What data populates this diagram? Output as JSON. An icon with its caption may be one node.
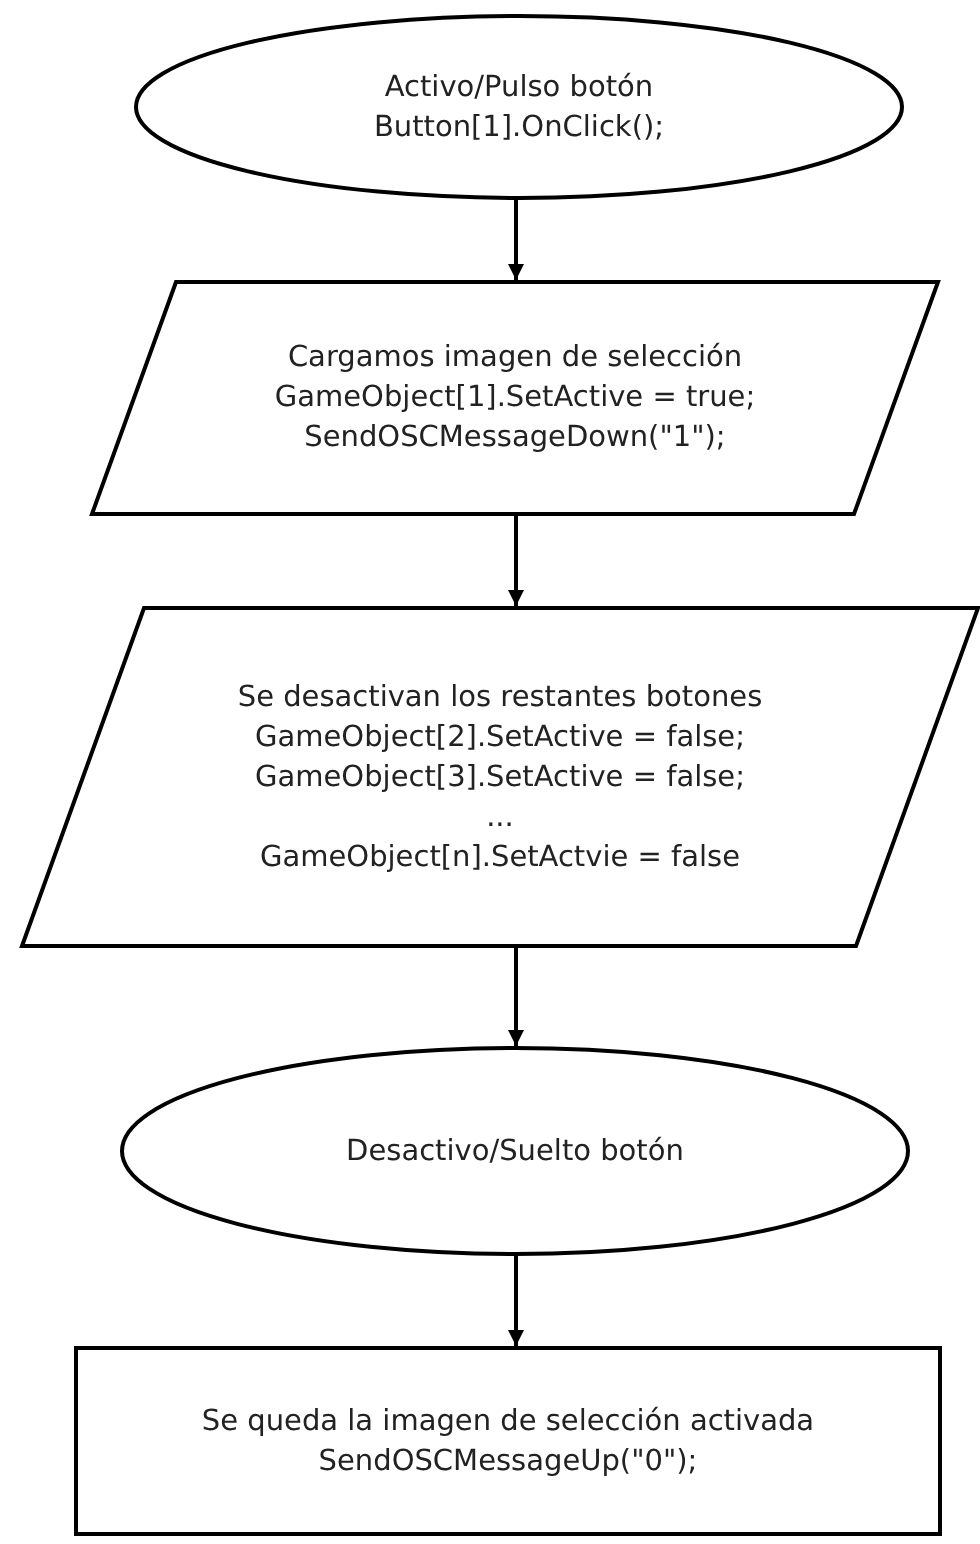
{
  "diagram": {
    "nodes": [
      {
        "text": [
          "Activo/Pulso botón",
          "Button[1].OnClick();"
        ]
      },
      {
        "text": [
          "Cargamos imagen de selección",
          "GameObject[1].SetActive = true;",
          "SendOSCMessageDown(\"1\");"
        ]
      },
      {
        "text": [
          "Se desactivan los restantes botones",
          "GameObject[2].SetActive = false;",
          "GameObject[3].SetActive = false;",
          "...",
          "GameObject[n].SetActvie = false"
        ]
      },
      {
        "text": [
          "Desactivo/Suelto botón"
        ]
      },
      {
        "text": [
          "Se queda la imagen de selección activada",
          "SendOSCMessageUp(\"0\");"
        ]
      }
    ],
    "edges": [
      {
        "from": 0,
        "to": 1,
        "arrow": "to"
      },
      {
        "from": 1,
        "to": 2,
        "arrow": "to"
      },
      {
        "from": 2,
        "to": 3,
        "arrow": "to"
      },
      {
        "from": 3,
        "to": 4,
        "arrow": "to"
      }
    ]
  }
}
